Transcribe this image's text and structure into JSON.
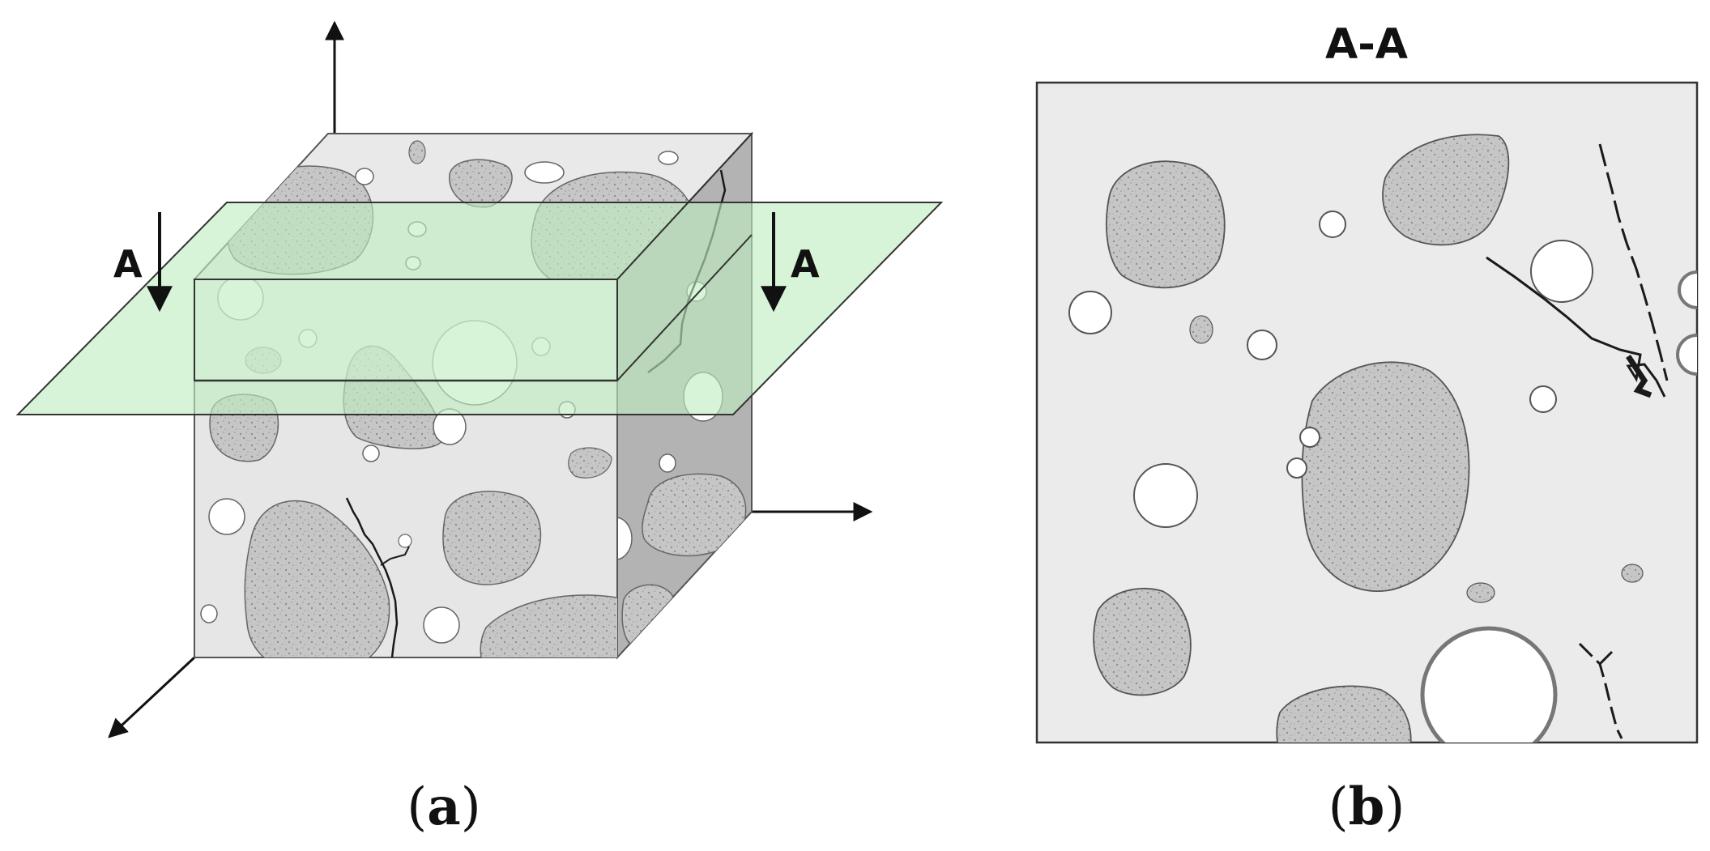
{
  "panel_a": {
    "section_label_left": "A",
    "section_label_right": "A",
    "caption_open": "(",
    "caption_letter": "a",
    "caption_close": ")"
  },
  "panel_b": {
    "title": "A-A",
    "caption_open": "(",
    "caption_letter": "b",
    "caption_close": ")"
  },
  "colors": {
    "matrix": "#e8e8e8",
    "aggregate": "#c4c4c4",
    "side_face": "#b0b0b0",
    "section_plane": "#c8f0c8",
    "outline": "#444444",
    "crack": "#1a1a1a"
  }
}
